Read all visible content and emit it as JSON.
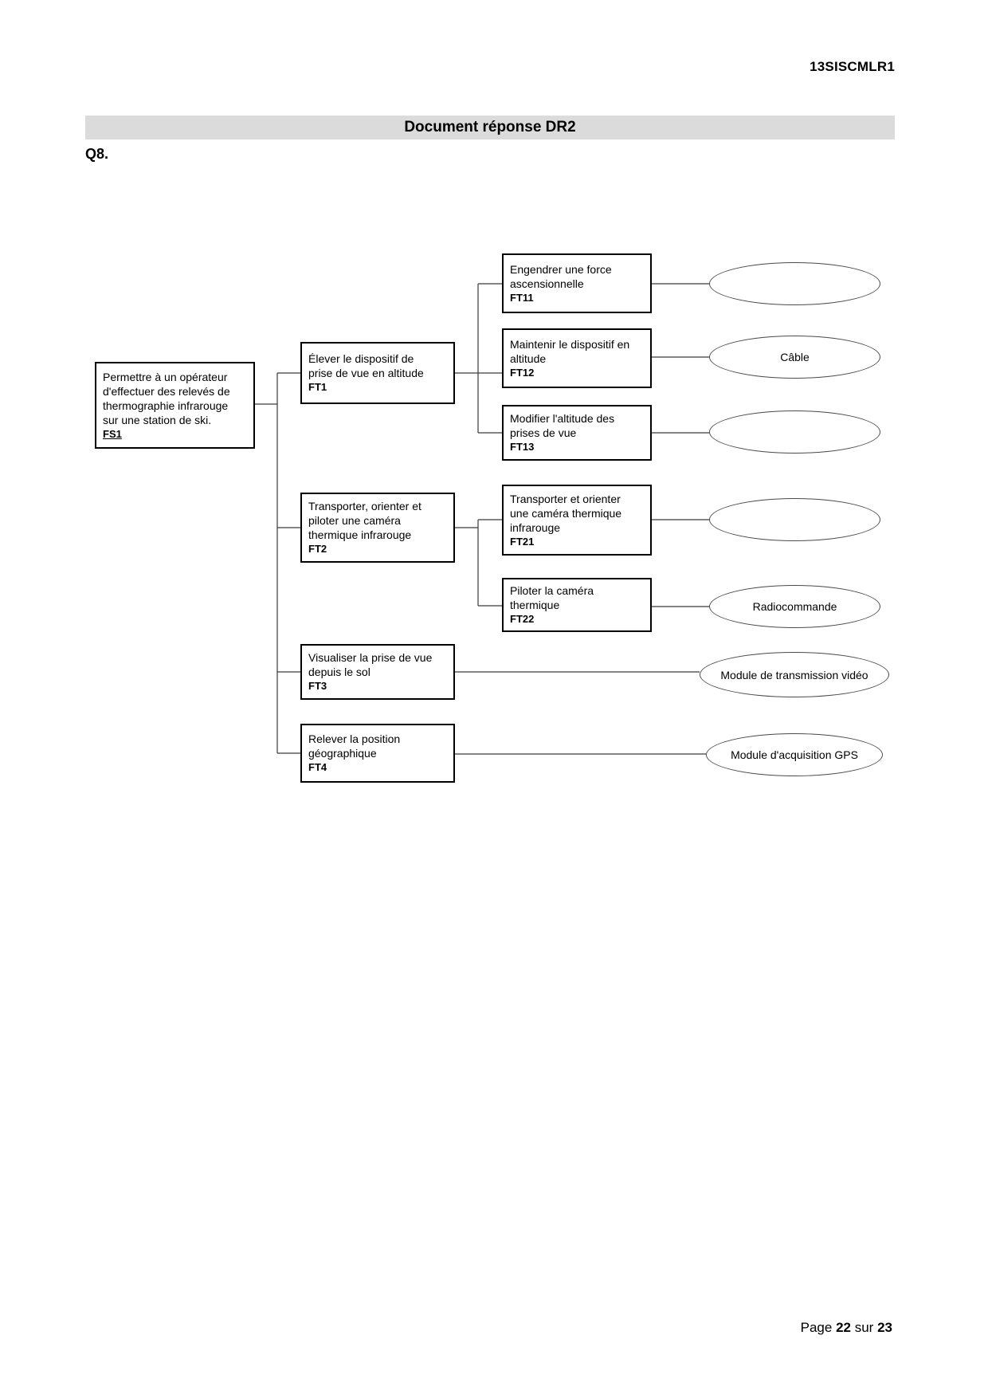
{
  "header": {
    "reference": "13SISCMLR1"
  },
  "banner": {
    "title": "Document réponse DR2"
  },
  "question": {
    "label": "Q8."
  },
  "footer": {
    "word_page": "Page",
    "current": "22",
    "word_sur": "sur",
    "total": "23"
  },
  "diagram": {
    "fs1": {
      "l1": "Permettre à un opérateur",
      "l2": "d'effectuer des relevés de",
      "l3": "thermographie infrarouge",
      "l4": "sur une station de ski.",
      "label": "FS1"
    },
    "ft1": {
      "l1": "Élever le dispositif de",
      "l2": "prise de vue en altitude",
      "label": "FT1"
    },
    "ft11": {
      "l1": "Engendrer une force",
      "l2": "ascensionnelle",
      "label": "FT11"
    },
    "ft12": {
      "l1": "Maintenir le dispositif en",
      "l2": "altitude",
      "label": "FT12"
    },
    "ft13": {
      "l1": "Modifier l'altitude  des",
      "l2": "prises de vue",
      "label": "FT13"
    },
    "ft2": {
      "l1": "Transporter, orienter et",
      "l2": "piloter une caméra",
      "l3": "thermique infrarouge",
      "label": "FT2"
    },
    "ft21": {
      "l1": "Transporter et orienter",
      "l2": "une caméra thermique",
      "l3": "infrarouge",
      "label": "FT21"
    },
    "ft22": {
      "l1": "Piloter la caméra",
      "l2": "thermique",
      "label": "FT22"
    },
    "ft3": {
      "l1": "Visualiser la prise de vue",
      "l2": "depuis le sol",
      "label": "FT3"
    },
    "ft4": {
      "l1": "Relever la position",
      "l2": "géographique",
      "label": "FT4"
    },
    "solutions": {
      "ft11": "",
      "ft12": "Câble",
      "ft13": "",
      "ft21": "",
      "ft22": "Radiocommande",
      "ft3": "Module de transmission vidéo",
      "ft4": "Module d'acquisition GPS"
    }
  }
}
